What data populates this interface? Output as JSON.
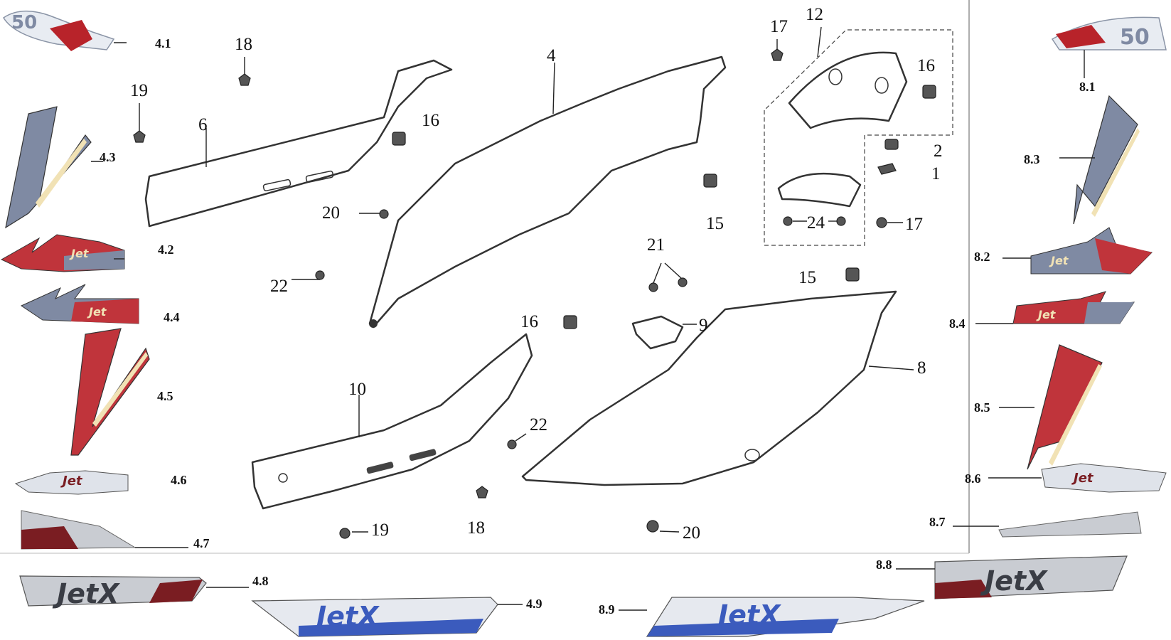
{
  "diagram": {
    "callouts": [
      {
        "id": "c-4-1",
        "text": "4.1"
      },
      {
        "id": "c-4-2",
        "text": "4.2"
      },
      {
        "id": "c-4-3",
        "text": "4.3"
      },
      {
        "id": "c-4-4",
        "text": "4.4"
      },
      {
        "id": "c-4-5",
        "text": "4.5"
      },
      {
        "id": "c-4-6",
        "text": "4.6"
      },
      {
        "id": "c-4-7",
        "text": "4.7"
      },
      {
        "id": "c-4-8",
        "text": "4.8"
      },
      {
        "id": "c-4-9",
        "text": "4.9"
      },
      {
        "id": "c-8-1",
        "text": "8.1"
      },
      {
        "id": "c-8-2",
        "text": "8.2"
      },
      {
        "id": "c-8-3",
        "text": "8.3"
      },
      {
        "id": "c-8-4",
        "text": "8.4"
      },
      {
        "id": "c-8-5",
        "text": "8.5"
      },
      {
        "id": "c-8-6",
        "text": "8.6"
      },
      {
        "id": "c-8-7",
        "text": "8.7"
      },
      {
        "id": "c-8-8",
        "text": "8.8"
      },
      {
        "id": "c-8-9",
        "text": "8.9"
      }
    ],
    "parts": {
      "p1": "1",
      "p2": "2",
      "p4": "4",
      "p6": "6",
      "p8": "8",
      "p9": "9",
      "p10": "10",
      "p12": "12",
      "p15a": "15",
      "p15b": "15",
      "p16a": "16",
      "p16b": "16",
      "p16c": "16",
      "p17a": "17",
      "p17b": "17",
      "p18a": "18",
      "p18b": "18",
      "p19a": "19",
      "p19b": "19",
      "p20a": "20",
      "p20b": "20",
      "p21": "21",
      "p22a": "22",
      "p22b": "22",
      "p24": "24"
    },
    "decals": {
      "badge_text": "50",
      "brand_text": "JetX",
      "sub_text": "50",
      "small_text": "Jet"
    },
    "colors": {
      "grey_blue": "#7f8aa3",
      "red": "#c0343b",
      "cream": "#f1e2b5",
      "blue": "#3b5bbd",
      "dark_red": "#7a1d22",
      "silver": "#c9ccd2"
    }
  }
}
